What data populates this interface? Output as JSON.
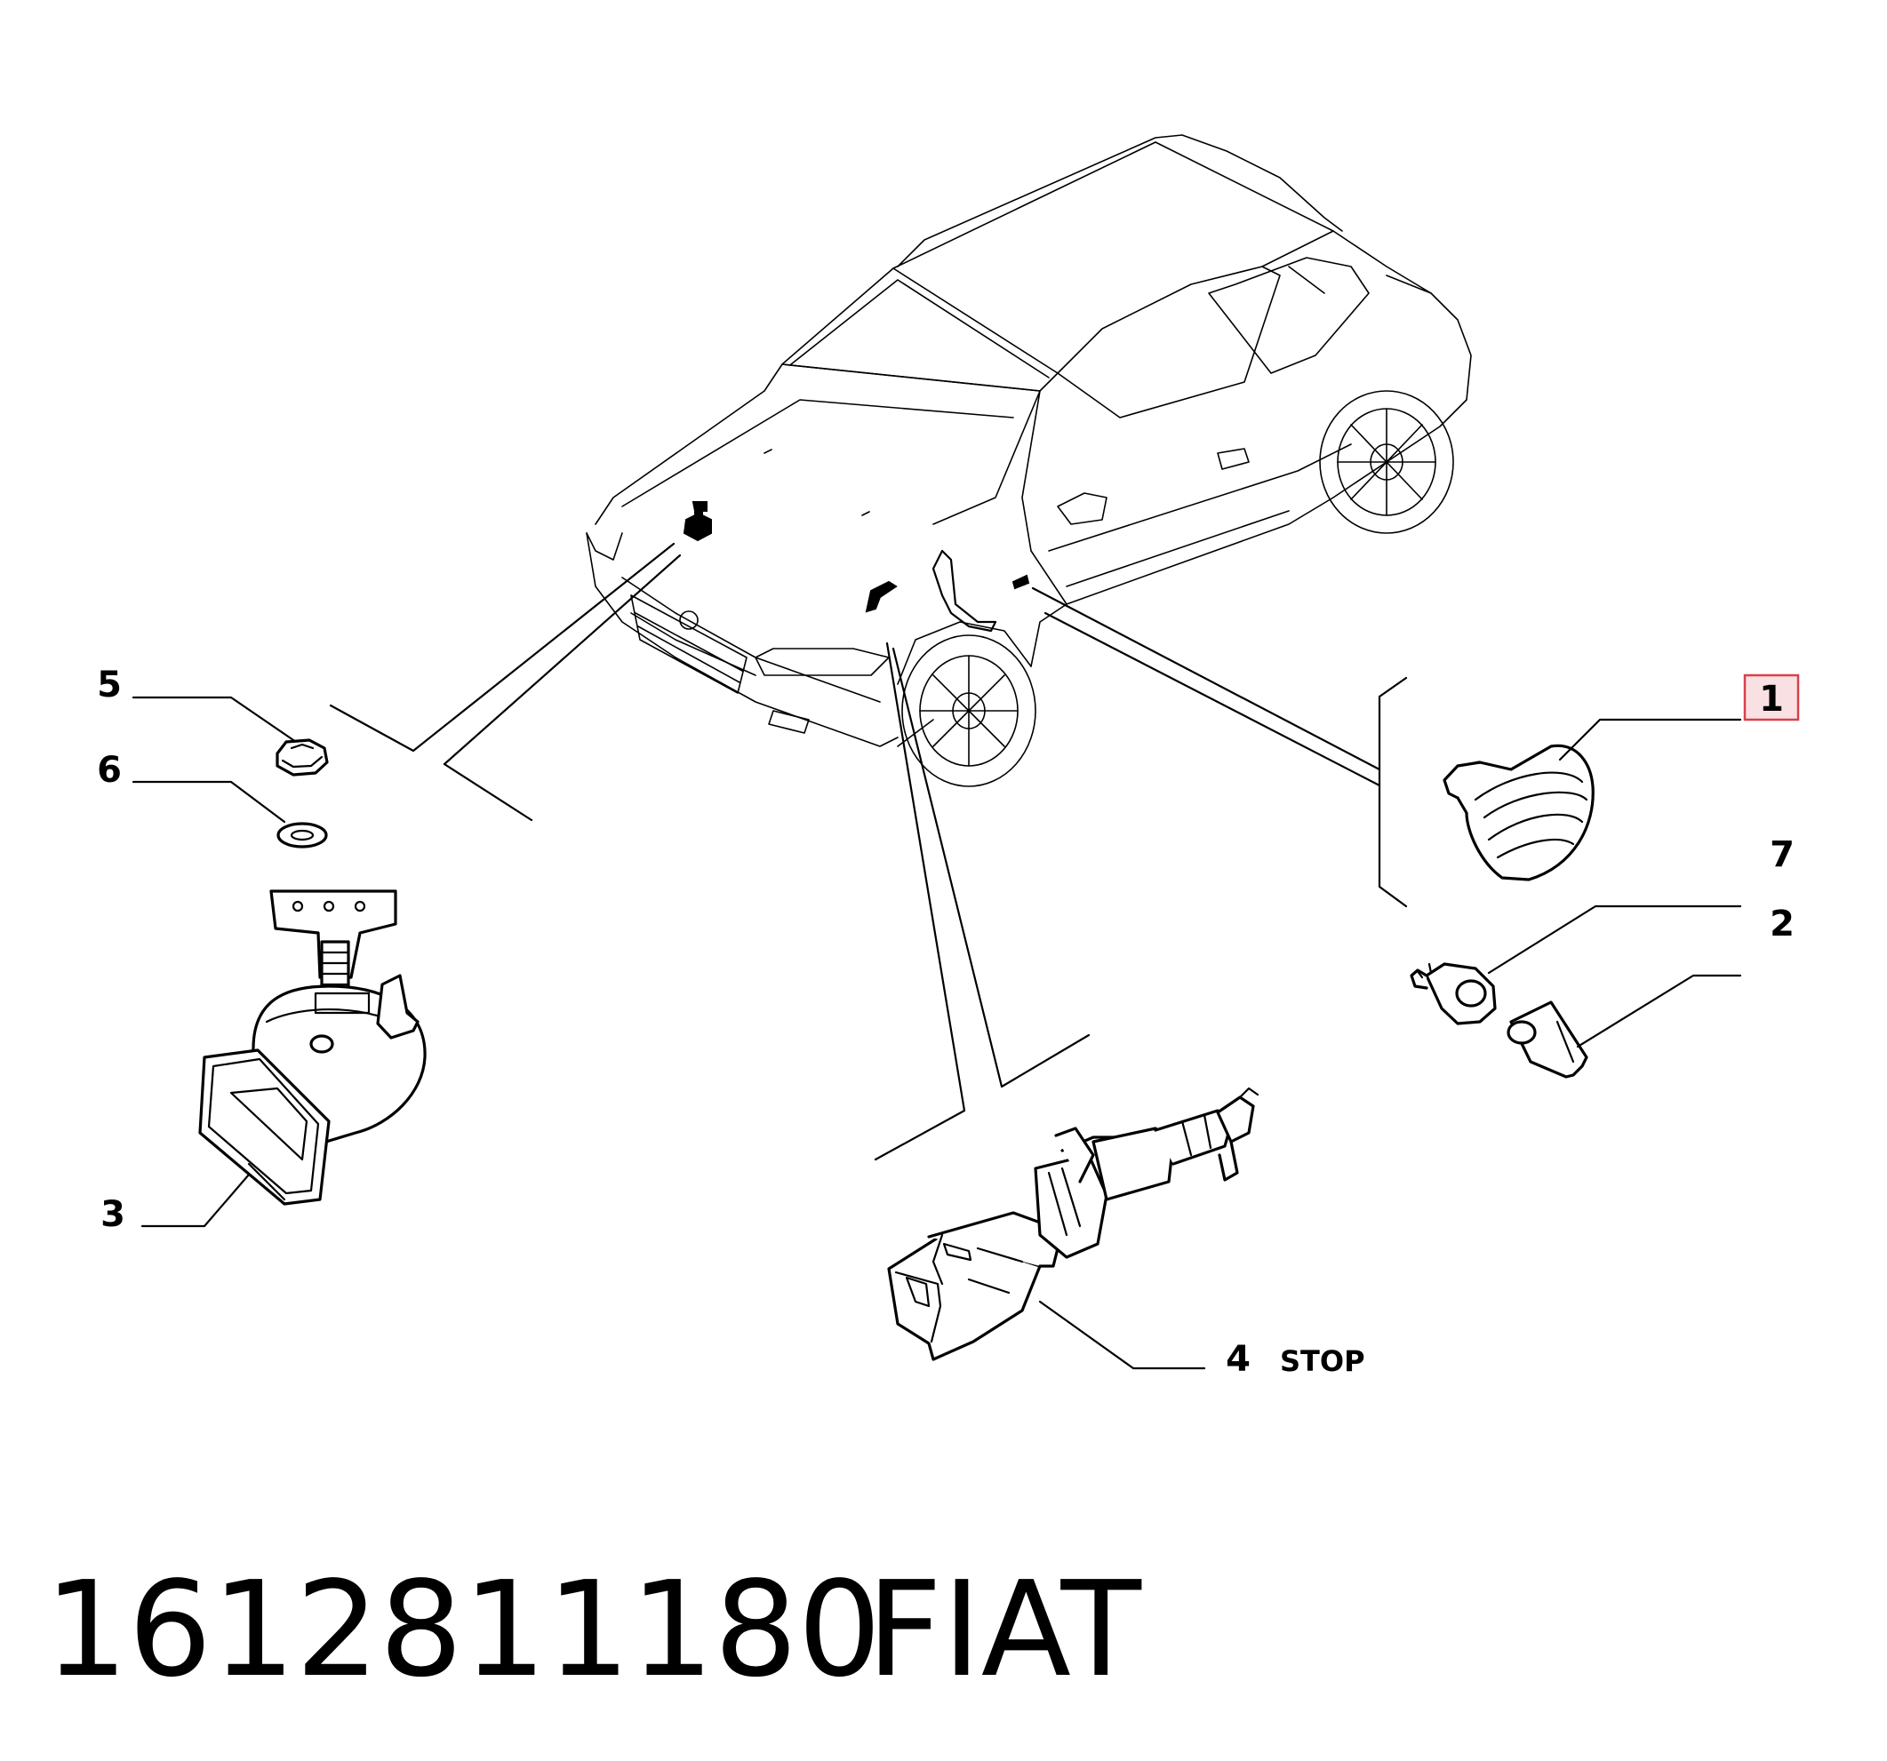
{
  "callouts": {
    "p1": "1",
    "p2": "2",
    "p3": "3",
    "p4": "4",
    "p5": "5",
    "p6": "6",
    "p7": "7"
  },
  "stop_label": "STOP",
  "footer": {
    "part_number": "1612811180",
    "brand": "FIAT"
  },
  "colors": {
    "highlight_box_stroke": "#d9404a",
    "highlight_box_fill": "#f9e1e3",
    "ink": "#000000"
  }
}
